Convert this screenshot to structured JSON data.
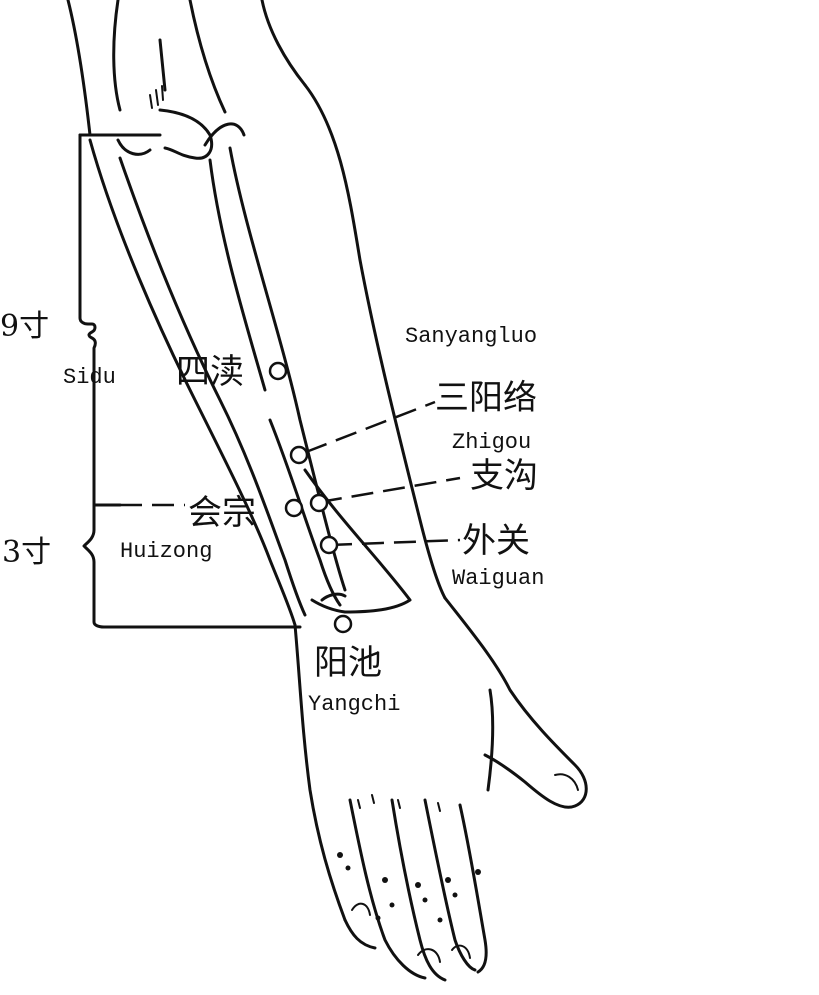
{
  "measurements": {
    "upper": "9寸",
    "lower": "3寸"
  },
  "points": {
    "sidu": {
      "cn": "四渎",
      "en": "Sidu"
    },
    "sanyangluo": {
      "cn": "三阳络",
      "en": "Sanyangluo"
    },
    "zhigou": {
      "cn": "支沟",
      "en": "Zhigou"
    },
    "huizong": {
      "cn": "会宗",
      "en": "Huizong"
    },
    "waiguan": {
      "cn": "外关",
      "en": "Waiguan"
    },
    "yangchi": {
      "cn": "阳池",
      "en": "Yangchi"
    }
  }
}
